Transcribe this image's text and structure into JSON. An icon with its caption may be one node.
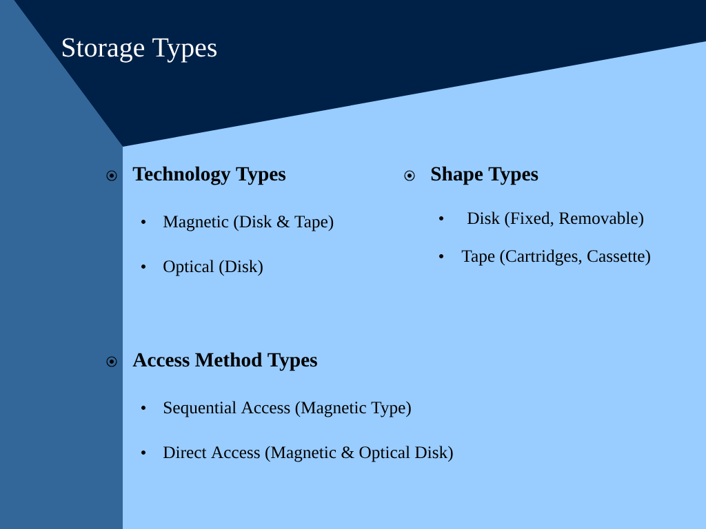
{
  "diagram": {
    "title": "Storage Types",
    "labels": [
      "Technology Types",
      "Magnetic (Disk & Tape)",
      "Optical (Disk)",
      "Shape Types",
      "Disk (Fixed, Removable)",
      "Tape (Cartridges, Cassette)",
      "Access Method Types",
      "Sequential Access (Magnetic Type)",
      "Direct Access (Magnetic & Optical Disk)"
    ]
  }
}
